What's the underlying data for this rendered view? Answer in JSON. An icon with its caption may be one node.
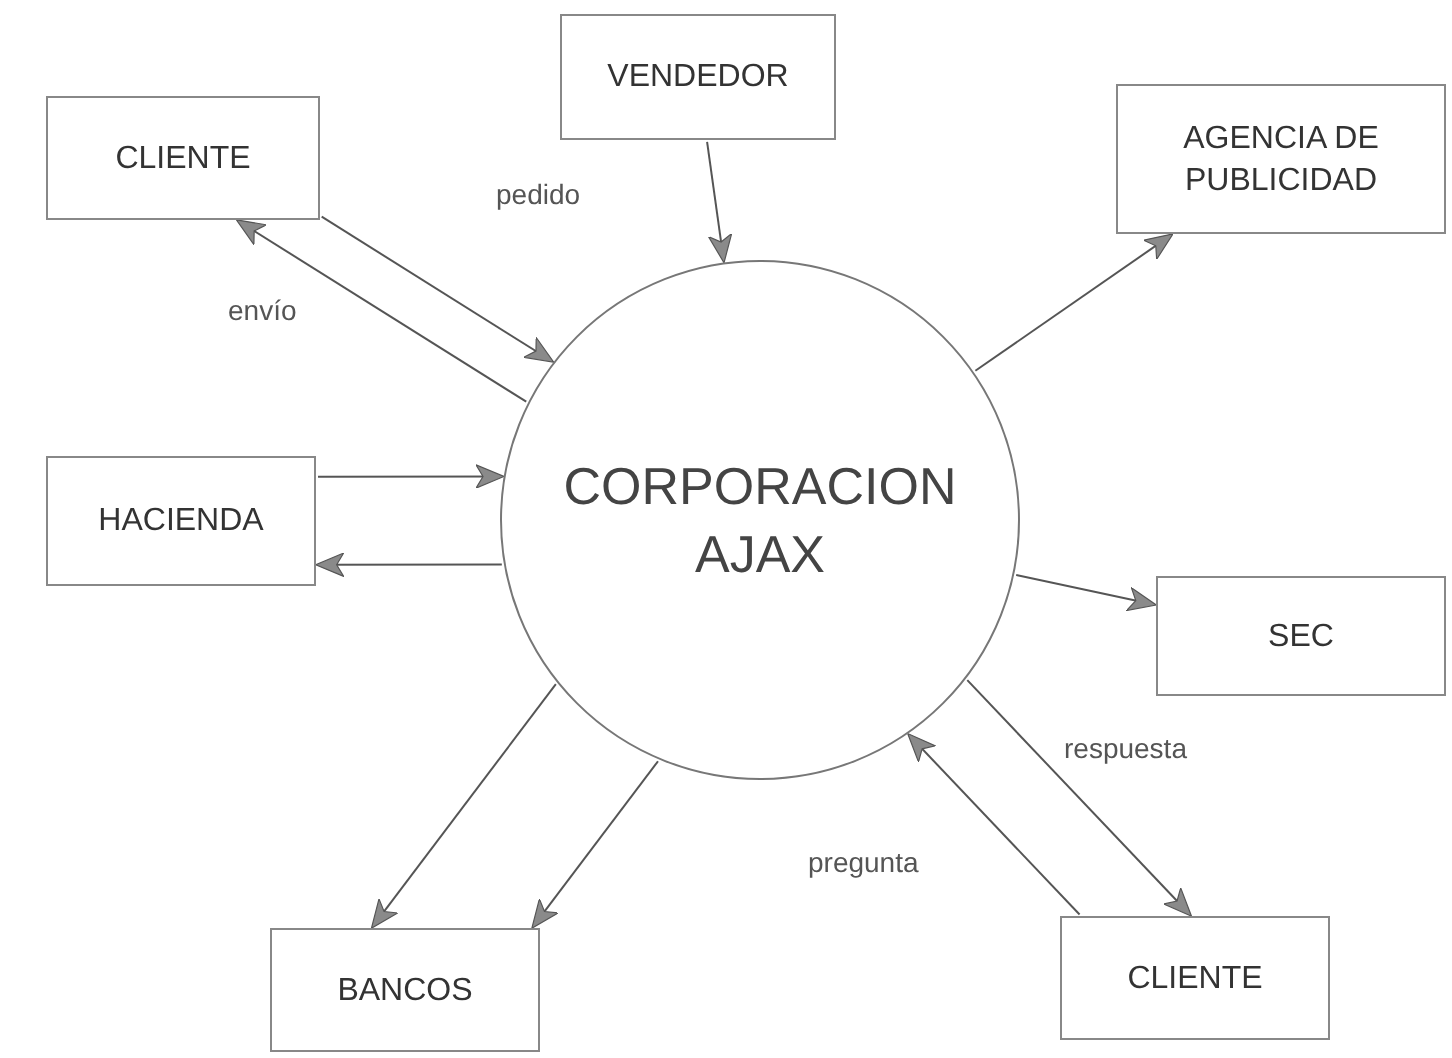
{
  "diagram": {
    "nodes": [
      {
        "text": [
          "VENDEDOR"
        ]
      },
      {
        "text": [
          "CLIENTE"
        ]
      },
      {
        "text": [
          "AGENCIA DE PUBLICIDAD"
        ]
      },
      {
        "text": [
          "CORPORACION AJAX"
        ]
      },
      {
        "text": [
          "HACIENDA"
        ]
      },
      {
        "text": [
          "SEC"
        ]
      },
      {
        "text": [
          "BANCOS"
        ]
      },
      {
        "text": [
          "CLIENTE"
        ]
      }
    ],
    "edges": [
      {
        "from": 1,
        "to": 3,
        "arrow": "to",
        "label": "pedido"
      },
      {
        "from": 3,
        "to": 1,
        "arrow": "to",
        "label": "envío"
      },
      {
        "from": 0,
        "to": 3,
        "arrow": "to"
      },
      {
        "from": 3,
        "to": 2,
        "arrow": "to"
      },
      {
        "from": 4,
        "to": 3,
        "arrow": "to"
      },
      {
        "from": 3,
        "to": 4,
        "arrow": "to"
      },
      {
        "from": 3,
        "to": 5,
        "arrow": "to"
      },
      {
        "from": 3,
        "to": 6,
        "arrow": "to"
      },
      {
        "from": 3,
        "to": 6,
        "arrow": "to"
      },
      {
        "from": 3,
        "to": 7,
        "arrow": "to",
        "label": "respuesta"
      },
      {
        "from": 7,
        "to": 3,
        "arrow": "to",
        "label": "pregunta"
      }
    ]
  }
}
